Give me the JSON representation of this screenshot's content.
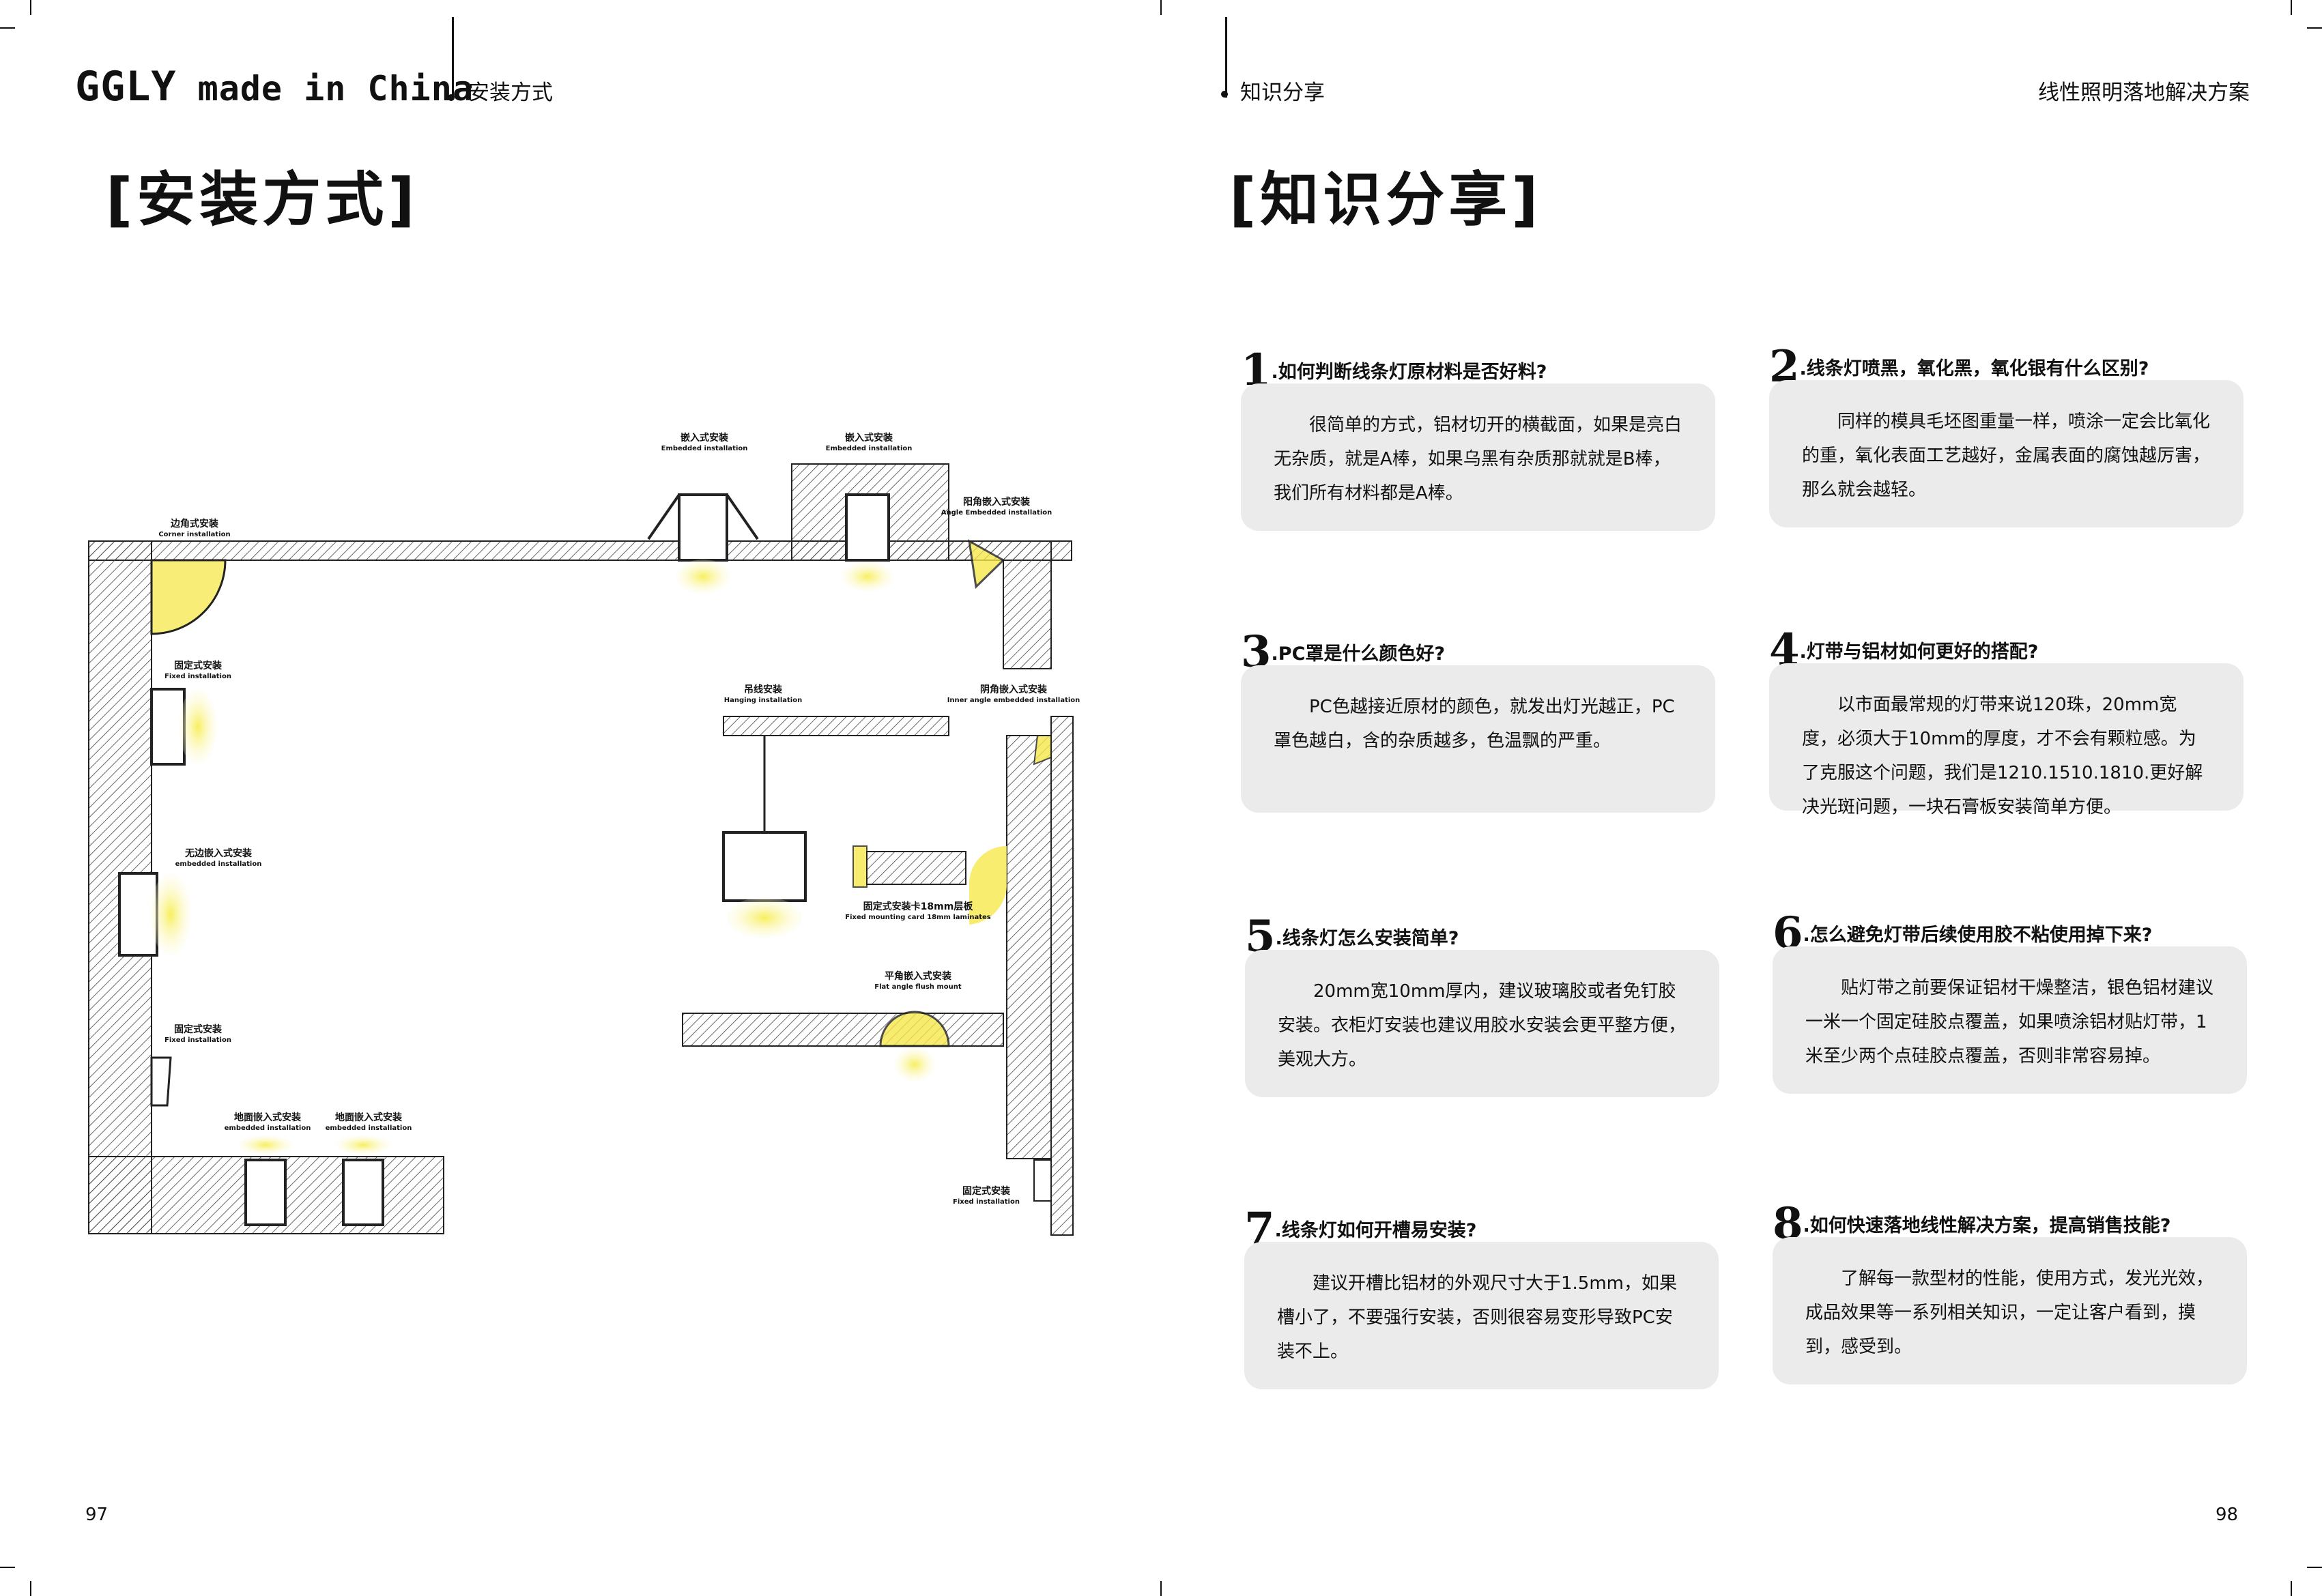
{
  "left_page": {
    "brand_big": "GGLY",
    "brand_small": "made in China",
    "section_label": "安装方式",
    "title": "[安装方式]",
    "page_number": "97",
    "diagram_labels": [
      {
        "cn": "边角式安装",
        "en": "Corner installation"
      },
      {
        "cn": "嵌入式安装",
        "en": "Embedded installation"
      },
      {
        "cn": "嵌入式安装",
        "en": "Embedded installation"
      },
      {
        "cn": "阳角嵌入式安装",
        "en": "Angle Embedded installation"
      },
      {
        "cn": "固定式安装",
        "en": "Fixed installation"
      },
      {
        "cn": "吊线安装",
        "en": "Hanging installation"
      },
      {
        "cn": "阴角嵌入式安装",
        "en": "Inner angle embedded installation"
      },
      {
        "cn": "无边嵌入式安装",
        "en": "embedded installation"
      },
      {
        "cn": "固定式安装卡18mm层板",
        "en": "Fixed mounting card 18mm laminates"
      },
      {
        "cn": "平角嵌入式安装",
        "en": "Flat angle flush mount"
      },
      {
        "cn": "固定式安装",
        "en": "Fixed installation"
      },
      {
        "cn": "地面嵌入式安装",
        "en": "embedded installation"
      },
      {
        "cn": "地面嵌入式安装",
        "en": "embedded installation"
      },
      {
        "cn": "固定式安装",
        "en": "Fixed installation"
      }
    ],
    "colors": {
      "led_glow": "#f6e84a",
      "hatch": "#444444"
    }
  },
  "right_page": {
    "section_label": "知识分享",
    "tagline": "线性照明落地解决方案",
    "title": "[知识分享]",
    "page_number": "98",
    "panel_color": "#ebebeb",
    "qa": [
      {
        "num": "1",
        "question": ".如何判断线条灯原材料是否好料?",
        "answer": "很简单的方式，铝材切开的横截面，如果是亮白无杂质，就是A棒，如果乌黑有杂质那就就是B棒，我们所有材料都是A棒。"
      },
      {
        "num": "2",
        "question": ".线条灯喷黑，氧化黑，氧化银有什么区别?",
        "answer": "同样的模具毛坯图重量一样，喷涂一定会比氧化的重，氧化表面工艺越好，金属表面的腐蚀越厉害，那么就会越轻。"
      },
      {
        "num": "3",
        "question": ".PC罩是什么颜色好?",
        "answer": "PC色越接近原材的颜色，就发出灯光越正，PC罩色越白，含的杂质越多，色温飘的严重。"
      },
      {
        "num": "4",
        "question": ".灯带与铝材如何更好的搭配?",
        "answer": "以市面最常规的灯带来说120珠，20mm宽度，必须大于10mm的厚度，才不会有颗粒感。为了克服这个问题，我们是1210.1510.1810.更好解决光斑问题，一块石膏板安装简单方便。"
      },
      {
        "num": "5",
        "question": ".线条灯怎么安装简单?",
        "answer": "20mm宽10mm厚内，建议玻璃胶或者免钉胶安装。衣柜灯安装也建议用胶水安装会更平整方便，美观大方。"
      },
      {
        "num": "6",
        "question": ".怎么避免灯带后续使用胶不粘使用掉下来?",
        "answer": "贴灯带之前要保证铝材干燥整洁，银色铝材建议一米一个固定硅胶点覆盖，如果喷涂铝材贴灯带，1米至少两个点硅胶点覆盖，否则非常容易掉。"
      },
      {
        "num": "7",
        "question": ".线条灯如何开槽易安装?",
        "answer": "建议开槽比铝材的外观尺寸大于1.5mm，如果槽小了，不要强行安装，否则很容易变形导致PC安装不上。"
      },
      {
        "num": "8",
        "question": ".如何快速落地线性解决方案，提高销售技能?",
        "answer": "了解每一款型材的性能，使用方式，发光光效，成品效果等一系列相关知识，一定让客户看到，摸到，感受到。"
      }
    ]
  }
}
